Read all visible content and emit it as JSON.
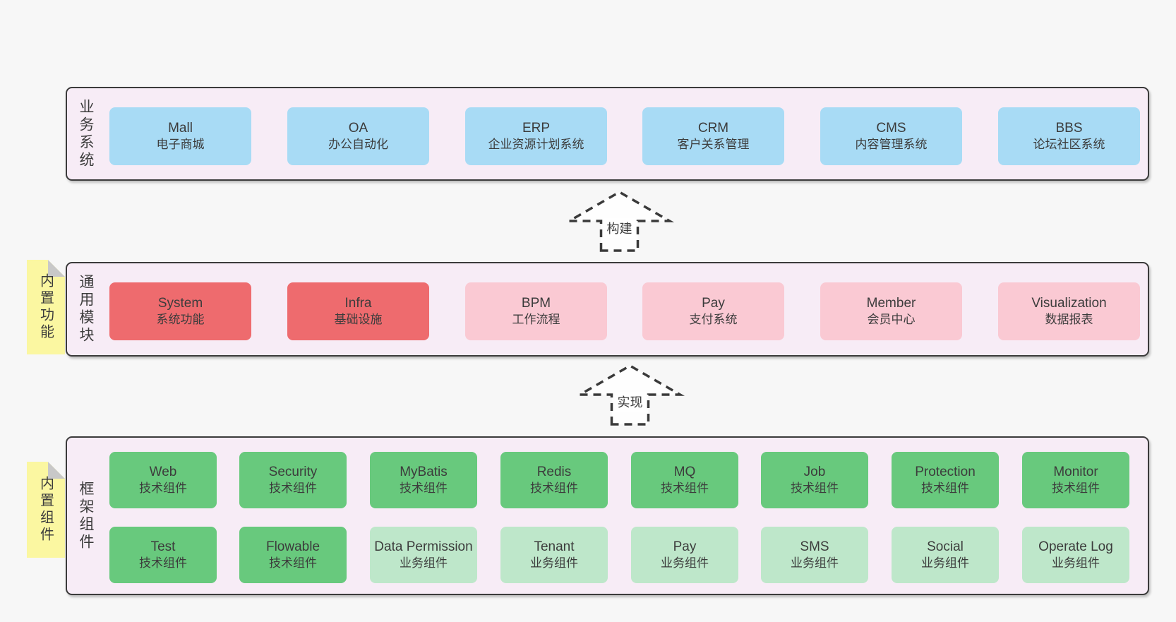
{
  "colors": {
    "background": "#f7f7f7",
    "panel_fill": "#f7ecf6",
    "panel_border": "#3b3b3b",
    "business_box_blue": "#a8dbf5",
    "module_solid_red": "#ee6b6e",
    "module_light_pink": "#fac9d3",
    "tech_component_green": "#68c97d",
    "biz_component_light_green": "#bee7ca",
    "sticky_yellow": "#fbf7a1",
    "sticky_fold_gray": "#c8c8c8",
    "text": "#3c3c3c"
  },
  "arrows": [
    {
      "label": "构建"
    },
    {
      "label": "实现"
    }
  ],
  "layers": {
    "business": {
      "label": "业务系统",
      "boxes": [
        {
          "name": "Mall",
          "subtitle": "电子商城"
        },
        {
          "name": "OA",
          "subtitle": "办公自动化"
        },
        {
          "name": "ERP",
          "subtitle": "企业资源计划系统"
        },
        {
          "name": "CRM",
          "subtitle": "客户关系管理"
        },
        {
          "name": "CMS",
          "subtitle": "内容管理系统"
        },
        {
          "name": "BBS",
          "subtitle": "论坛社区系统"
        }
      ]
    },
    "modules": {
      "label": "通用模块",
      "sticky": "内置功能",
      "boxes": [
        {
          "name": "System",
          "subtitle": "系统功能",
          "variant": "solid"
        },
        {
          "name": "Infra",
          "subtitle": "基础设施",
          "variant": "solid"
        },
        {
          "name": "BPM",
          "subtitle": "工作流程",
          "variant": "light"
        },
        {
          "name": "Pay",
          "subtitle": "支付系统",
          "variant": "light"
        },
        {
          "name": "Member",
          "subtitle": "会员中心",
          "variant": "light"
        },
        {
          "name": "Visualization",
          "subtitle": "数据报表",
          "variant": "light"
        }
      ]
    },
    "components": {
      "label": "框架组件",
      "sticky": "内置组件",
      "rows": [
        [
          {
            "name": "Web",
            "subtitle": "技术组件",
            "variant": "tech"
          },
          {
            "name": "Security",
            "subtitle": "技术组件",
            "variant": "tech"
          },
          {
            "name": "MyBatis",
            "subtitle": "技术组件",
            "variant": "tech"
          },
          {
            "name": "Redis",
            "subtitle": "技术组件",
            "variant": "tech"
          },
          {
            "name": "MQ",
            "subtitle": "技术组件",
            "variant": "tech"
          },
          {
            "name": "Job",
            "subtitle": "技术组件",
            "variant": "tech"
          },
          {
            "name": "Protection",
            "subtitle": "技术组件",
            "variant": "tech"
          },
          {
            "name": "Monitor",
            "subtitle": "技术组件",
            "variant": "tech"
          }
        ],
        [
          {
            "name": "Test",
            "subtitle": "技术组件",
            "variant": "tech"
          },
          {
            "name": "Flowable",
            "subtitle": "技术组件",
            "variant": "tech"
          },
          {
            "name": "Data Permission",
            "subtitle": "业务组件",
            "variant": "biz"
          },
          {
            "name": "Tenant",
            "subtitle": "业务组件",
            "variant": "biz"
          },
          {
            "name": "Pay",
            "subtitle": "业务组件",
            "variant": "biz"
          },
          {
            "name": "SMS",
            "subtitle": "业务组件",
            "variant": "biz"
          },
          {
            "name": "Social",
            "subtitle": "业务组件",
            "variant": "biz"
          },
          {
            "name": "Operate Log",
            "subtitle": "业务组件",
            "variant": "biz"
          }
        ]
      ]
    }
  }
}
